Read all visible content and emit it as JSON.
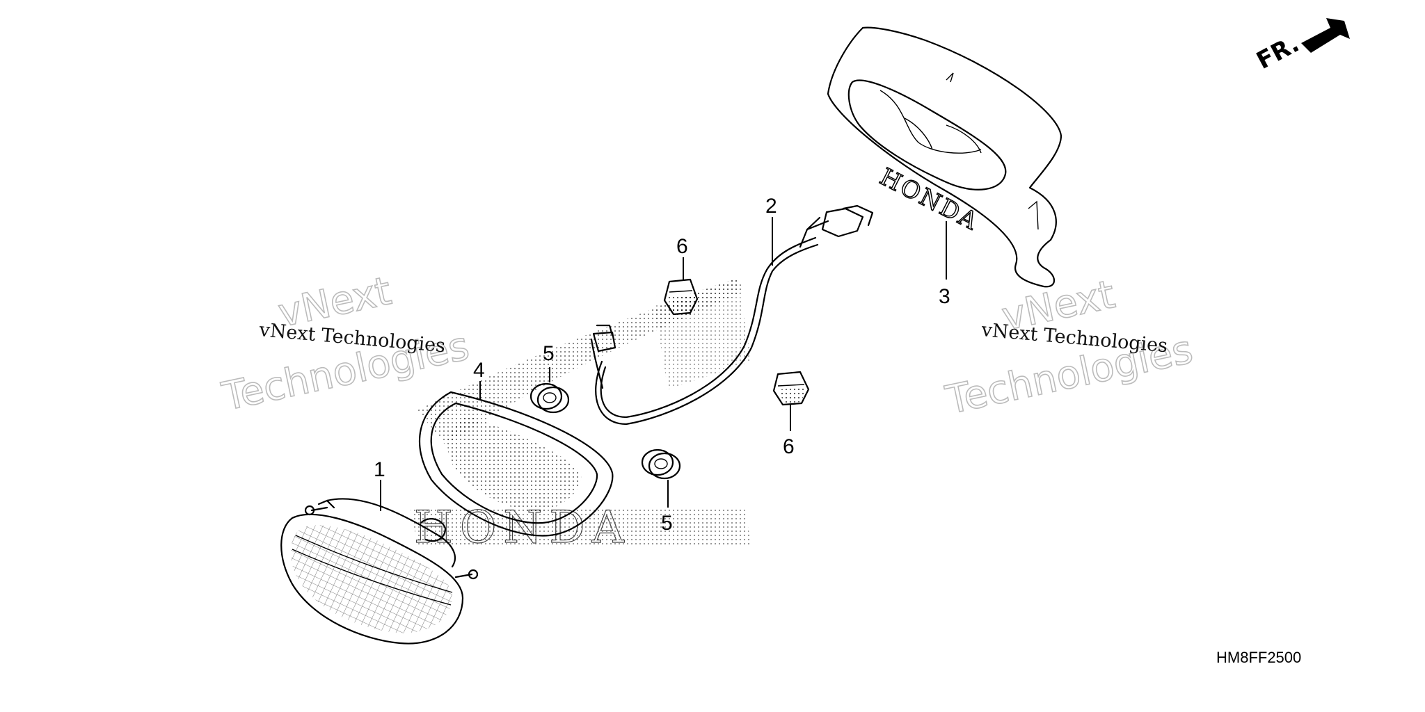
{
  "diagram": {
    "callouts": {
      "part_1": "1",
      "part_2": "2",
      "part_3": "3",
      "part_4": "4",
      "part_5_upper": "5",
      "part_5_lower": "5",
      "part_6_upper": "6",
      "part_6_lower": "6"
    },
    "direction_label": "FR.",
    "fascia_brand": "HONDA",
    "diagram_code": "HM8FF2500",
    "watermarks": {
      "left_small": "vNext Technologies",
      "left_big_1": "vNext",
      "left_big_2": "Technologies",
      "right_small": "vNext Technologies",
      "right_big_1": "vNext",
      "right_big_2": "Technologies"
    }
  },
  "colors": {
    "ink": "#000000",
    "watermark": "#bbbbbb",
    "background": "#ffffff"
  }
}
